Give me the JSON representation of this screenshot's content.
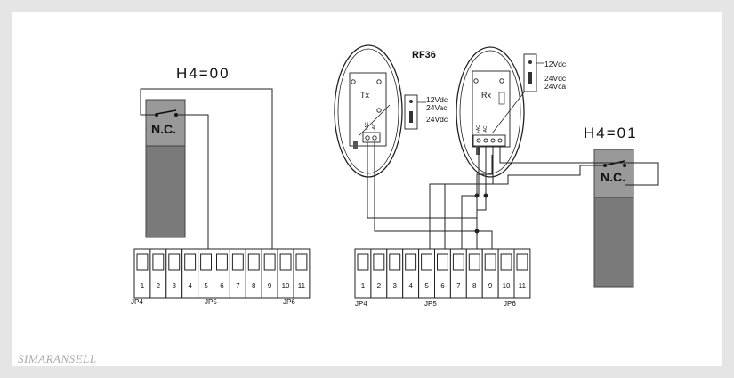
{
  "mode_left": "H4=00",
  "mode_right": "H4=01",
  "product_label": "RF36",
  "barrier_contact": "N.C.",
  "tx_label": "Tx",
  "rx_label": "Rx",
  "tx_jumper": {
    "v1": "12Vdc",
    "v2": "24Vac",
    "v3": "24Vdc"
  },
  "rx_jumper": {
    "v1": "12Vdc",
    "v2": "24Vdc",
    "v3": "24Vca"
  },
  "tx_terminal_labels": [
    "+AC",
    "-AC"
  ],
  "rx_terminal_labels": [
    "+AC",
    "-AC"
  ],
  "terminal_numbers": [
    "1",
    "2",
    "3",
    "4",
    "5",
    "6",
    "7",
    "8",
    "9",
    "10",
    "11"
  ],
  "connector_labels": [
    "JP4",
    "JP5",
    "JP6"
  ],
  "watermark": "SIMARANSELL"
}
